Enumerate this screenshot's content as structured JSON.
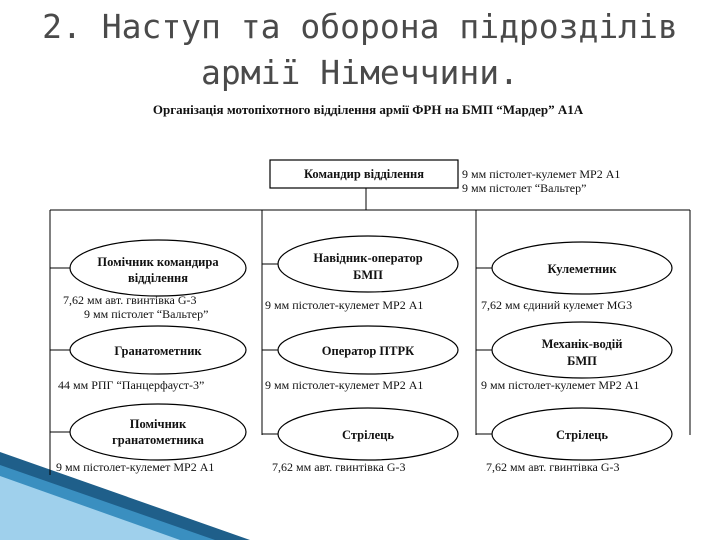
{
  "slide": {
    "title_line1": "2. Наступ та оборона підрозділів",
    "title_line2": "армії Німеччини."
  },
  "diagram": {
    "subtitle": "Організація мотопіхотного відділення армії ФРН  на БМП “Мардер” А1А",
    "commander": {
      "label": "Командир відділення",
      "weapon1": "9 мм пістолет-кулемет МР2 А1",
      "weapon2": "9 мм пістолет “Вальтер”"
    },
    "left": [
      {
        "line1": "Помічник командира",
        "line2": "відділення",
        "weapon1": "7,62 мм авт. гвинтівка G-3",
        "weapon2": "9 мм пістолет “Вальтер”"
      },
      {
        "line1": "Гранатометник",
        "line2": "",
        "weapon1": "44 мм РПГ “Панцерфауст-3”",
        "weapon2": ""
      },
      {
        "line1": "Помічник",
        "line2": "гранатометника",
        "weapon1": "9 мм пістолет-кулемет МР2 А1",
        "weapon2": ""
      }
    ],
    "middle": [
      {
        "line1": "Навідник-оператор",
        "line2": "БМП",
        "weapon1": "9 мм пістолет-кулемет МР2 А1"
      },
      {
        "line1": "Оператор ПТРК",
        "line2": "",
        "weapon1": "9 мм пістолет-кулемет МР2 А1"
      },
      {
        "line1": "Стрілець",
        "line2": "",
        "weapon1": "7,62 мм авт. гвинтівка G-3"
      }
    ],
    "right": [
      {
        "line1": "Кулеметник",
        "line2": "",
        "weapon1": "7,62 мм єдиний кулемет MG3"
      },
      {
        "line1": "Механік-водій",
        "line2": "БМП",
        "weapon1": "9 мм пістолет-кулемет МР2 А1"
      },
      {
        "line1": "Стрілець",
        "line2": "",
        "weapon1": "7,62 мм авт. гвинтівка G-3"
      }
    ]
  },
  "colors": {
    "accent_dark": "#1f5f8a",
    "accent_mid": "#3a8fc0",
    "accent_light": "#9fd0ec"
  }
}
